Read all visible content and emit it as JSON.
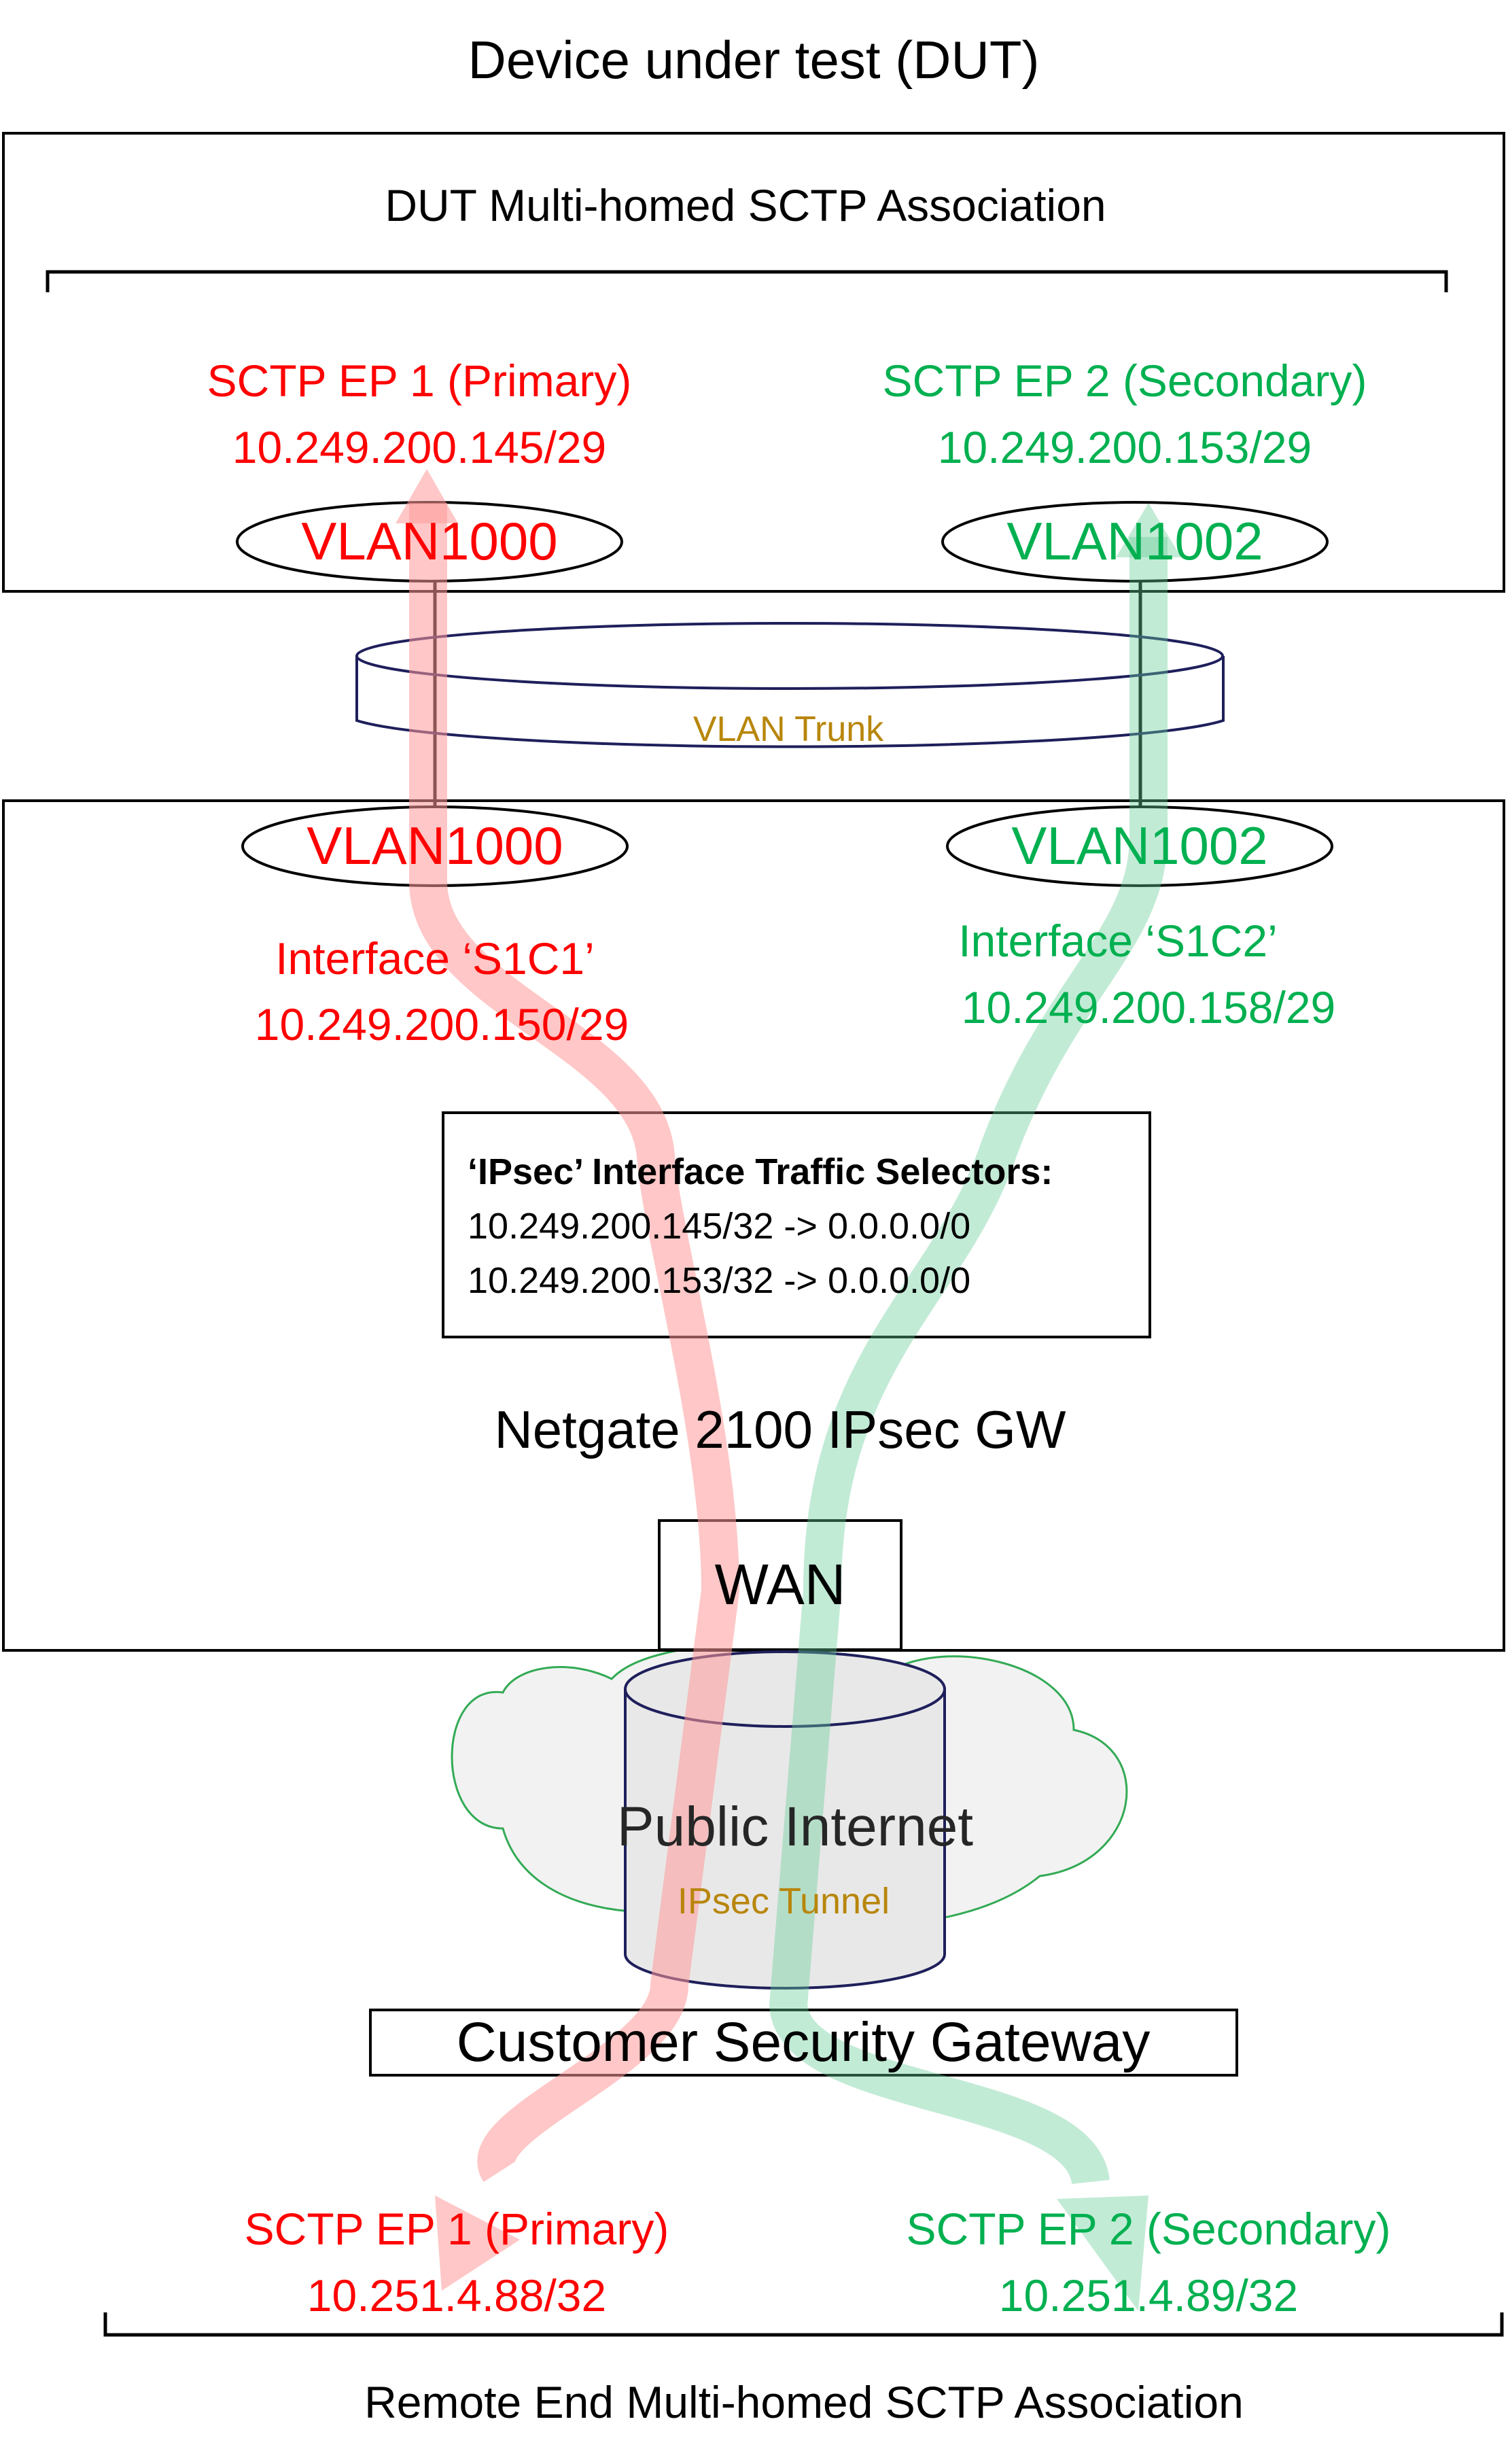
{
  "title": "Device under test (DUT)",
  "dut": {
    "association_label": "DUT Multi-homed SCTP Association",
    "ep1": {
      "name": "SCTP EP 1 (Primary)",
      "ip": "10.249.200.145/29",
      "vlan": "VLAN1000"
    },
    "ep2": {
      "name": "SCTP EP 2 (Secondary)",
      "ip": "10.249.200.153/29",
      "vlan": "VLAN1002"
    }
  },
  "trunk": {
    "label": "VLAN Trunk"
  },
  "gateway": {
    "vlan1": "VLAN1000",
    "vlan2": "VLAN1002",
    "iface1": {
      "name": "Interface ‘S1C1’",
      "ip": "10.249.200.150/29"
    },
    "iface2": {
      "name": "Interface ‘S1C2’",
      "ip": "10.249.200.158/29"
    },
    "selectors": {
      "title": "‘IPsec’ Interface Traffic Selectors:",
      "line1": "10.249.200.145/32 -> 0.0.0.0/0",
      "line2": "10.249.200.153/32 -> 0.0.0.0/0"
    },
    "name": "Netgate 2100 IPsec GW",
    "wan": "WAN"
  },
  "internet": {
    "label": "Public Internet",
    "tunnel_label": "IPsec Tunnel"
  },
  "customer_gateway": "Customer Security Gateway",
  "remote": {
    "ep1": {
      "name": "SCTP EP 1 (Primary)",
      "ip": "10.251.4.88/32"
    },
    "ep2": {
      "name": "SCTP EP 2 (Secondary)",
      "ip": "10.251.4.89/32"
    },
    "association_label": "Remote End Multi-homed SCTP Association"
  },
  "colors": {
    "primary": "#ff0000",
    "secondary": "#00b050",
    "primary_flow": "#ffb3b3",
    "secondary_flow": "#b3e6c8",
    "trunk_label": "#b8860b",
    "outline": "#000000",
    "tunnel_outline": "#1f1f5c",
    "cloud_outline": "#33aa55",
    "cloud_fill": "#f2f2f2"
  }
}
